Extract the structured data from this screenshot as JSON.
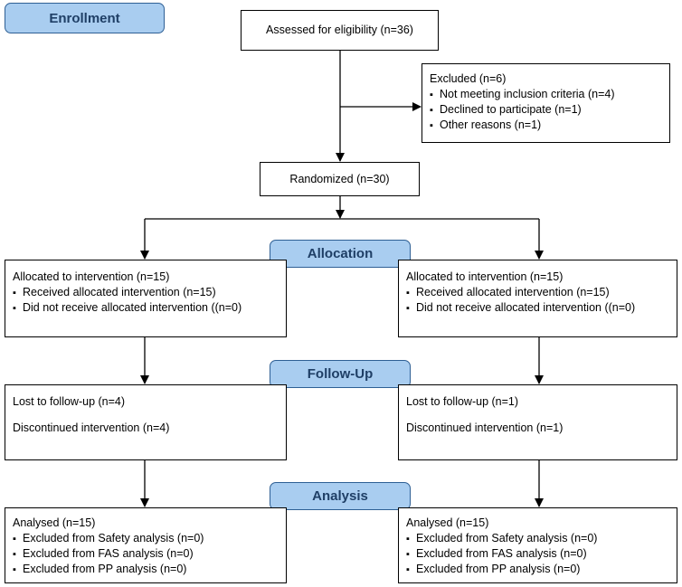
{
  "stages": {
    "enrollment": "Enrollment",
    "allocation": "Allocation",
    "follow_up": "Follow-Up",
    "analysis": "Analysis"
  },
  "assessed": "Assessed for eligibility (n=36)",
  "excluded": {
    "title": "Excluded (n=6)",
    "items": [
      "Not meeting inclusion criteria (n=4)",
      "Declined to participate (n=1)",
      "Other reasons (n=1)"
    ]
  },
  "randomized": "Randomized (n=30)",
  "allocation": {
    "left": {
      "title": "Allocated to intervention (n=15)",
      "items": [
        "Received allocated intervention (n=15)",
        "Did not receive allocated intervention ((n=0)"
      ]
    },
    "right": {
      "title": "Allocated to intervention (n=15)",
      "items": [
        "Received allocated intervention (n=15)",
        "Did not receive allocated intervention ((n=0)"
      ]
    }
  },
  "follow_up": {
    "left": {
      "lost": "Lost to follow-up (n=4)",
      "discontinued": "Discontinued intervention (n=4)"
    },
    "right": {
      "lost": "Lost to follow-up (n=1)",
      "discontinued": "Discontinued intervention (n=1)"
    }
  },
  "analysis": {
    "left": {
      "title": "Analysed (n=15)",
      "items": [
        "Excluded from Safety analysis (n=0)",
        "Excluded from FAS analysis (n=0)",
        "Excluded from PP analysis (n=0)"
      ]
    },
    "right": {
      "title": "Analysed (n=15)",
      "items": [
        "Excluded from Safety analysis (n=0)",
        "Excluded from FAS analysis (n=0)",
        "Excluded from PP analysis (n=0)"
      ]
    }
  }
}
